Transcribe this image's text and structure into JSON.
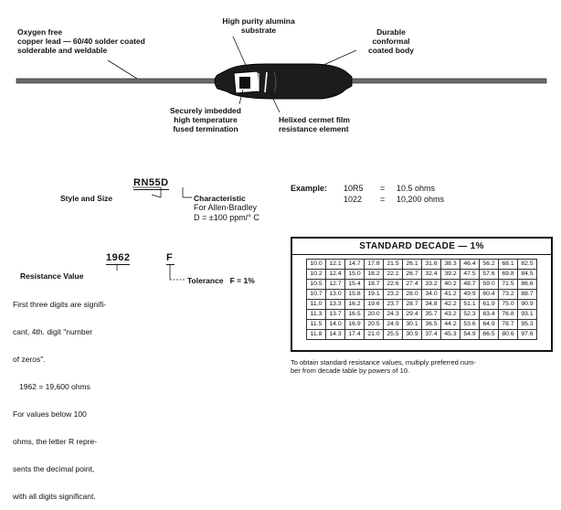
{
  "diagram": {
    "label_oxygen": [
      "Oxygen free",
      "copper lead — 60/40 solder coated",
      "solderable and weldable"
    ],
    "label_alumina": [
      "High purity alumina",
      "substrate"
    ],
    "label_durable": [
      "Durable",
      "conformal",
      "coated body"
    ],
    "label_imbedded": [
      "Securely imbedded",
      "high temperature",
      "fused termination"
    ],
    "label_cermet": [
      "Helixed cermet film",
      "resistance element"
    ]
  },
  "part_code": {
    "code": "RN55D",
    "style_label": "Style and Size",
    "characteristic_label": "Characteristic",
    "characteristic_lines": [
      "For Allen-Bradley",
      "D = ±100 ppm/° C"
    ]
  },
  "resistance_code": {
    "code": "1962",
    "tolerance_code": "F",
    "resistance_label": "Resistance Value",
    "tolerance_text": "Tolerance   F = 1%",
    "desc_lines": [
      "First three digits are signifi-",
      "cant, 4th. digit \"number",
      "of zeros\".",
      "   1962 = 19,600 ohms",
      "For values below 100",
      "ohms, the letter R repre-",
      "sents the decimal point,",
      "with all digits significant."
    ]
  },
  "example": {
    "label": "Example:",
    "rows": [
      {
        "code": "10R5",
        "eq": "=",
        "value": "10.5 ohms"
      },
      {
        "code": "1022",
        "eq": "=",
        "value": "10,200 ohms"
      }
    ]
  },
  "decade_table": {
    "title": "STANDARD DECADE — 1%",
    "rows": [
      [
        "10.0",
        "12.1",
        "14.7",
        "17.8",
        "21.5",
        "26.1",
        "31.6",
        "38.3",
        "46.4",
        "56.2",
        "68.1",
        "82.5"
      ],
      [
        "10.2",
        "12.4",
        "15.0",
        "18.2",
        "22.1",
        "26.7",
        "32.4",
        "39.2",
        "47.5",
        "57.6",
        "69.8",
        "84.5"
      ],
      [
        "10.5",
        "12.7",
        "15.4",
        "18.7",
        "22.6",
        "27.4",
        "33.2",
        "40.2",
        "48.7",
        "59.0",
        "71.5",
        "86.6"
      ],
      [
        "10.7",
        "13.0",
        "15.8",
        "19.1",
        "23.2",
        "28.0",
        "34.0",
        "41.2",
        "49.9",
        "60.4",
        "73.2",
        "88.7"
      ],
      [
        "11.0",
        "13.3",
        "16.2",
        "19.6",
        "23.7",
        "28.7",
        "34.8",
        "42.2",
        "51.1",
        "61.9",
        "75.0",
        "90.9"
      ],
      [
        "11.3",
        "13.7",
        "16.5",
        "20.0",
        "24.3",
        "29.4",
        "35.7",
        "43.2",
        "52.3",
        "63.4",
        "76.8",
        "93.1"
      ],
      [
        "11.5",
        "14.0",
        "16.9",
        "20.5",
        "24.9",
        "30.1",
        "36.5",
        "44.2",
        "53.6",
        "64.9",
        "78.7",
        "95.3"
      ],
      [
        "11.8",
        "14.3",
        "17.4",
        "21.0",
        "25.5",
        "30.9",
        "37.4",
        "45.3",
        "54.9",
        "66.5",
        "80.6",
        "97.6"
      ]
    ],
    "footnote": [
      "To obtain standard resistance values, multiply preferred num-",
      "ber from decade table by powers of 10."
    ]
  },
  "colors": {
    "ink": "#111111",
    "paper": "#ffffff"
  }
}
